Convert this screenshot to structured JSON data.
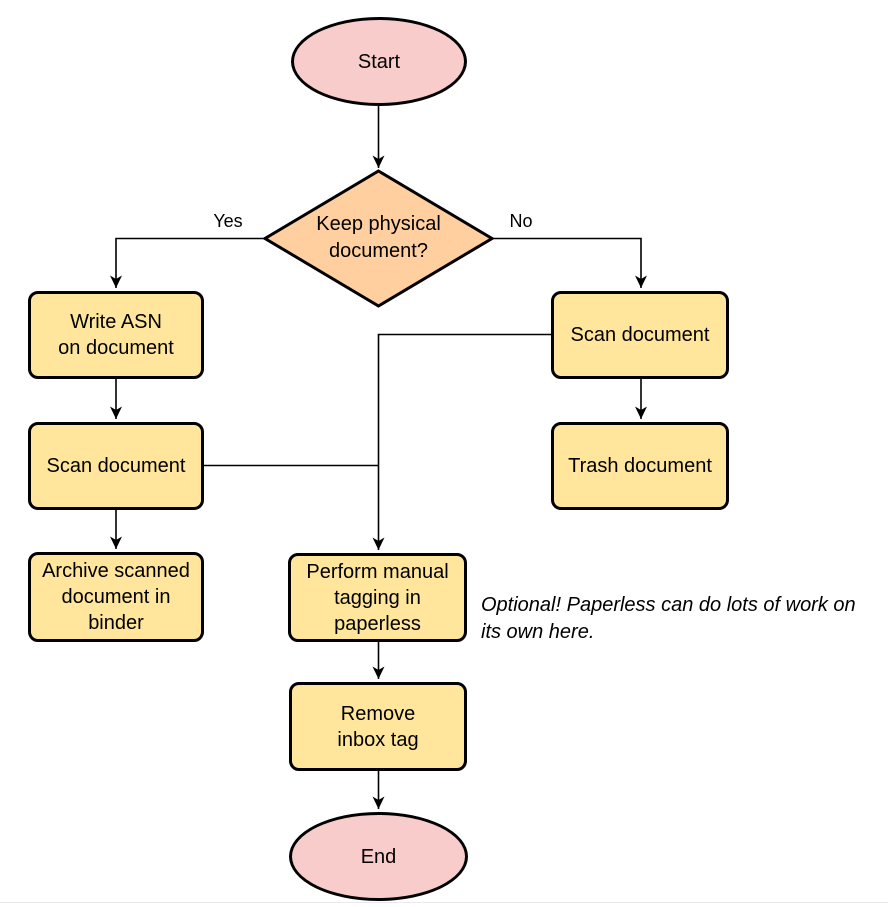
{
  "colors": {
    "terminal_fill": "#f8cccb",
    "decision_fill": "#ffcf9f",
    "process_fill": "#ffe69c",
    "stroke": "#000000"
  },
  "nodes": {
    "start": {
      "type": "terminal",
      "lines": [
        "Start"
      ]
    },
    "decision": {
      "type": "decision",
      "lines": [
        "Keep physical",
        "document?"
      ]
    },
    "write_asn": {
      "type": "process",
      "lines": [
        "Write ASN",
        "on document"
      ]
    },
    "scan_left": {
      "type": "process",
      "lines": [
        "Scan document"
      ]
    },
    "archive": {
      "type": "process",
      "lines": [
        "Archive scanned",
        "document in",
        "binder"
      ]
    },
    "scan_right": {
      "type": "process",
      "lines": [
        "Scan document"
      ]
    },
    "trash": {
      "type": "process",
      "lines": [
        "Trash document"
      ]
    },
    "tagging": {
      "type": "process",
      "lines": [
        "Perform manual",
        "tagging in",
        "paperless"
      ]
    },
    "remove_inbox": {
      "type": "process",
      "lines": [
        "Remove",
        "inbox tag"
      ]
    },
    "end": {
      "type": "terminal",
      "lines": [
        "End"
      ]
    }
  },
  "edge_labels": {
    "yes": "Yes",
    "no": "No"
  },
  "note": {
    "lines": [
      "Optional! Paperless can do lots of work on",
      "its own here."
    ]
  }
}
